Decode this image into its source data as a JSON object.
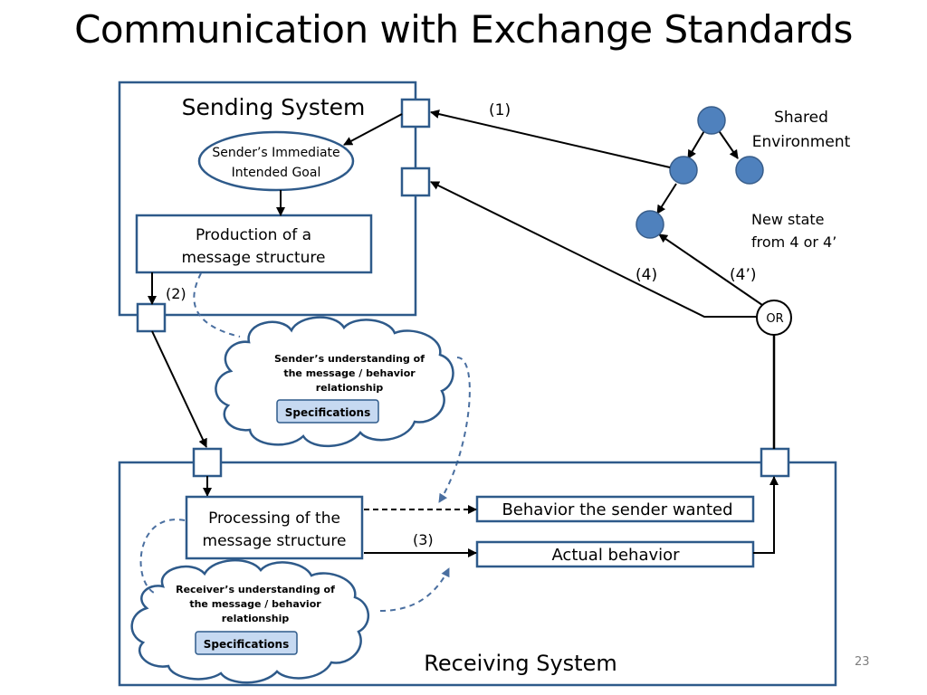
{
  "title": "Communication with Exchange Standards",
  "sending_system": {
    "label": "Sending System",
    "goal_line1": "Sender’s Immediate",
    "goal_line2": "Intended Goal",
    "production_line1": "Production of a",
    "production_line2": "message structure"
  },
  "sender_cloud": {
    "line1": "Sender’s  understanding of",
    "line2": "the message / behavior",
    "line3": "relationship",
    "spec_label": "Specifications"
  },
  "receiving_system": {
    "label": "Receiving System",
    "processing_line1": "Processing of the",
    "processing_line2": "message structure",
    "wanted_behavior": "Behavior the sender wanted",
    "actual_behavior": "Actual behavior"
  },
  "receiver_cloud": {
    "line1": "Receiver’s  understanding of",
    "line2": "the message / behavior",
    "line3": "relationship",
    "spec_label": "Specifications"
  },
  "shared_environment": {
    "label_line1": "Shared",
    "label_line2": "Environment",
    "new_state_line1": "New state",
    "new_state_line2": "from 4 or 4’"
  },
  "arrow_labels": {
    "step1": "(1)",
    "step2": "(2)",
    "step3": "(3)",
    "step4": "(4)",
    "step4prime": "(4’)"
  },
  "or_node": "OR",
  "page_number": "23",
  "colors": {
    "box_border": "#2e5a8a",
    "node_fill": "#4f81bd",
    "node_stroke": "#385d8a",
    "spec_fill": "#c6d9f1",
    "dashed": "#4a6fa0"
  }
}
